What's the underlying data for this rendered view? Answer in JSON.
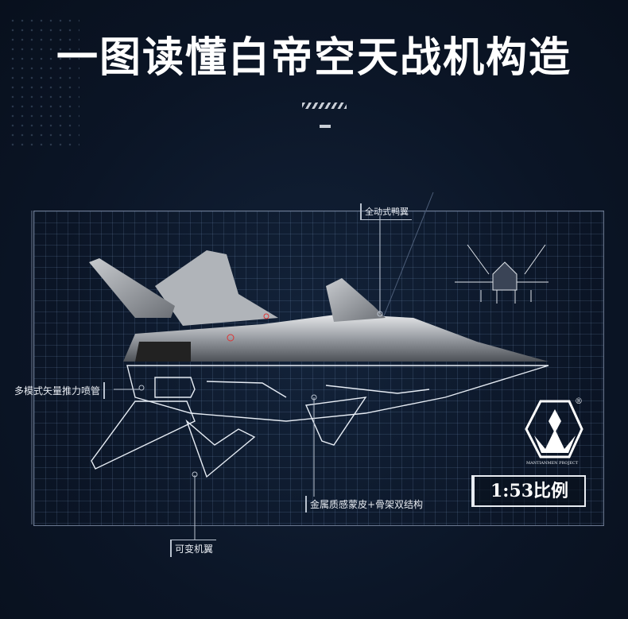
{
  "title": "一图读懂白帝空天战机构造",
  "callouts": {
    "canard": "全动式鸭翼",
    "nozzle": "多模式矢量推力喷管",
    "skin": "金属质感蒙皮+骨架双结构",
    "wing": "可变机翼"
  },
  "scale": "1:53比例",
  "logo": {
    "text": "MANTIANMEN PROJECT",
    "registered": "®"
  },
  "colors": {
    "background": "#0b1526",
    "text": "#ffffff",
    "line": "#b9c2cf"
  }
}
